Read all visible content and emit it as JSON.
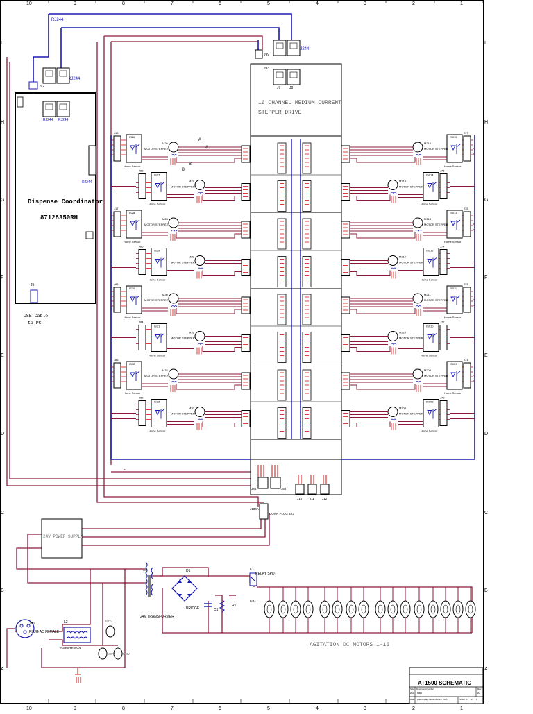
{
  "border": {
    "columns": [
      "10",
      "9",
      "8",
      "7",
      "6",
      "5",
      "4",
      "3",
      "2",
      "1"
    ],
    "rows": [
      "I",
      "H",
      "G",
      "F",
      "E",
      "D",
      "C",
      "B",
      "A"
    ]
  },
  "labels": {
    "rj_top": "RJ244",
    "rj_mid": "RJ244",
    "rj_right_top": "RJ244",
    "rj_coord_side": "RJ244",
    "rj_coord_a": "RJ244",
    "rj_coord_b": "RJ244",
    "j_top_conn": "J99",
    "j_top_conn2": "J93",
    "j_coord": "J92",
    "j_rj1": "J7",
    "j_rj2": "J8"
  },
  "coordinator": {
    "title": "Dispense Coordinator",
    "part": "87128350RH",
    "usb_label_1": "USB Cable",
    "usb_label_2": "to PC",
    "usb_conn": "J5"
  },
  "driver": {
    "title_1": "16 CHANNEL MEDIUM CURRENT",
    "title_2": "STEPPER DRIVE"
  },
  "left_channels": [
    {
      "sensor_conn": "J18",
      "motor": "M26",
      "motor_label": "MOTOR STEPPER",
      "sensor_label": "Home Sensor",
      "sensor_id": "IS26"
    },
    {
      "sensor_conn": "J88",
      "motor": "M27",
      "motor_label": "MOTOR STEPPER",
      "sensor_label": "Home Sensor",
      "sensor_id": "IS27"
    },
    {
      "sensor_conn": "J17",
      "motor": "M28",
      "motor_label": "MOTOR STEPPER",
      "sensor_label": "Home Sensor",
      "sensor_id": "IS28"
    },
    {
      "sensor_conn": "J86",
      "motor": "M29",
      "motor_label": "MOTOR STEPPER",
      "sensor_label": "Home Sensor",
      "sensor_id": "IS29"
    },
    {
      "sensor_conn": "J85",
      "motor": "M30",
      "motor_label": "MOTOR STEPPER",
      "sensor_label": "Home Sensor",
      "sensor_id": "IS30"
    },
    {
      "sensor_conn": "J84",
      "motor": "M31",
      "motor_label": "MOTOR STEPPER",
      "sensor_label": "Home Sensor",
      "sensor_id": "IS31"
    },
    {
      "sensor_conn": "J83",
      "motor": "M32",
      "motor_label": "MOTOR STEPPER",
      "sensor_label": "Home Sensor",
      "sensor_id": "IS32"
    },
    {
      "sensor_conn": "J82",
      "motor": "M33",
      "motor_label": "MOTOR STEPPER",
      "sensor_label": "Home Sensor",
      "sensor_id": "IS33"
    }
  ],
  "right_channels": [
    {
      "sensor_conn": "J77",
      "motor": "M215",
      "motor_label": "MOTOR STEPPER",
      "sensor_label": "Home Sensor",
      "sensor_id": "IS015"
    },
    {
      "sensor_conn": "J76",
      "motor": "M214",
      "motor_label": "MOTOR STEPPER",
      "sensor_label": "Home Sensor",
      "sensor_id": "IS014"
    },
    {
      "sensor_conn": "J75",
      "motor": "M213",
      "motor_label": "MOTOR STEPPER",
      "sensor_label": "Home Sensor",
      "sensor_id": "IS013"
    },
    {
      "sensor_conn": "J74",
      "motor": "M212",
      "motor_label": "MOTOR STEPPER",
      "sensor_label": "Home Sensor",
      "sensor_id": "IS012"
    },
    {
      "sensor_conn": "J73",
      "motor": "M211",
      "motor_label": "MOTOR STEPPER",
      "sensor_label": "Home Sensor",
      "sensor_id": "IS011"
    },
    {
      "sensor_conn": "J72",
      "motor": "M210",
      "motor_label": "MOTOR STEPPER",
      "sensor_label": "Home Sensor",
      "sensor_id": "IS010"
    },
    {
      "sensor_conn": "J71",
      "motor": "M209",
      "motor_label": "MOTOR STEPPER",
      "sensor_label": "Home Sensor",
      "sensor_id": "IS009"
    },
    {
      "sensor_conn": "J70",
      "motor": "M208",
      "motor_label": "MOTOR STEPPER",
      "sensor_label": "Home Sensor",
      "sensor_id": "IS008"
    }
  ],
  "wire_labels": {
    "a1": "A",
    "a2": "A",
    "b1": "B",
    "b2": "B"
  },
  "bottom_driver": {
    "j84": "J84",
    "j84b": "J84",
    "j10": "J10",
    "j11": "J11",
    "j12": "J12",
    "j100": "J100A",
    "conn_plug": "CONN PLUG 3X3"
  },
  "power": {
    "supply": "24V POWER SUPPLY",
    "transformer_ref": "T1",
    "transformer": "24V TRANSFORMER",
    "bridge_ref": "D1",
    "bridge": "BRIDGE",
    "cap": "C1",
    "res": "R1",
    "relay": "RELAY SPDT",
    "relay_ref": "K1",
    "relay_conn": "U31",
    "plug_ref": "J96",
    "plug": "PLUG AC FEMALE",
    "filter_ref": "L2",
    "filter": "EMIFILTER/W8",
    "mov1": "MOV",
    "mov2": "MOV",
    "mov3": "MOV"
  },
  "agitation": {
    "label": "AGITATION DC MOTORS 1-16",
    "motor_count": 16
  },
  "title_block": {
    "title": "AT1500 SCHEMATIC",
    "size_label": "Size",
    "size": "A3",
    "doc_label": "Document Number",
    "doc": "TBD",
    "rev_label": "Rev",
    "rev": "A",
    "date_label": "Date:",
    "date": "Wednesday, December 14, 2005",
    "sheet_label": "Sheet",
    "sheet": "1",
    "of": "of",
    "sheets": "1"
  },
  "colors": {
    "wire": "#8b1a3a",
    "signal": "#1a1ab4",
    "pin": "#d01010",
    "line": "#000000",
    "text_gray": "#6a6a6a"
  }
}
